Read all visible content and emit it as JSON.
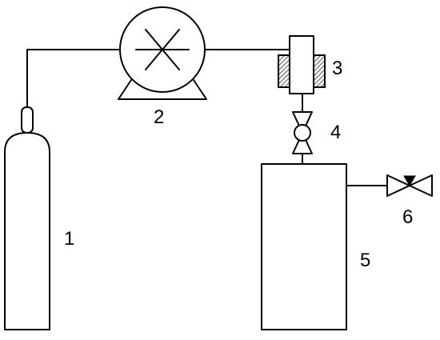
{
  "labels": {
    "cylinder": "1",
    "pump": "2",
    "heater": "3",
    "valve": "4",
    "vessel": "5",
    "outlet_valve": "6"
  },
  "colors": {
    "line": "#000000",
    "background": "#ffffff",
    "heater_fill": "#8a8a8a"
  }
}
